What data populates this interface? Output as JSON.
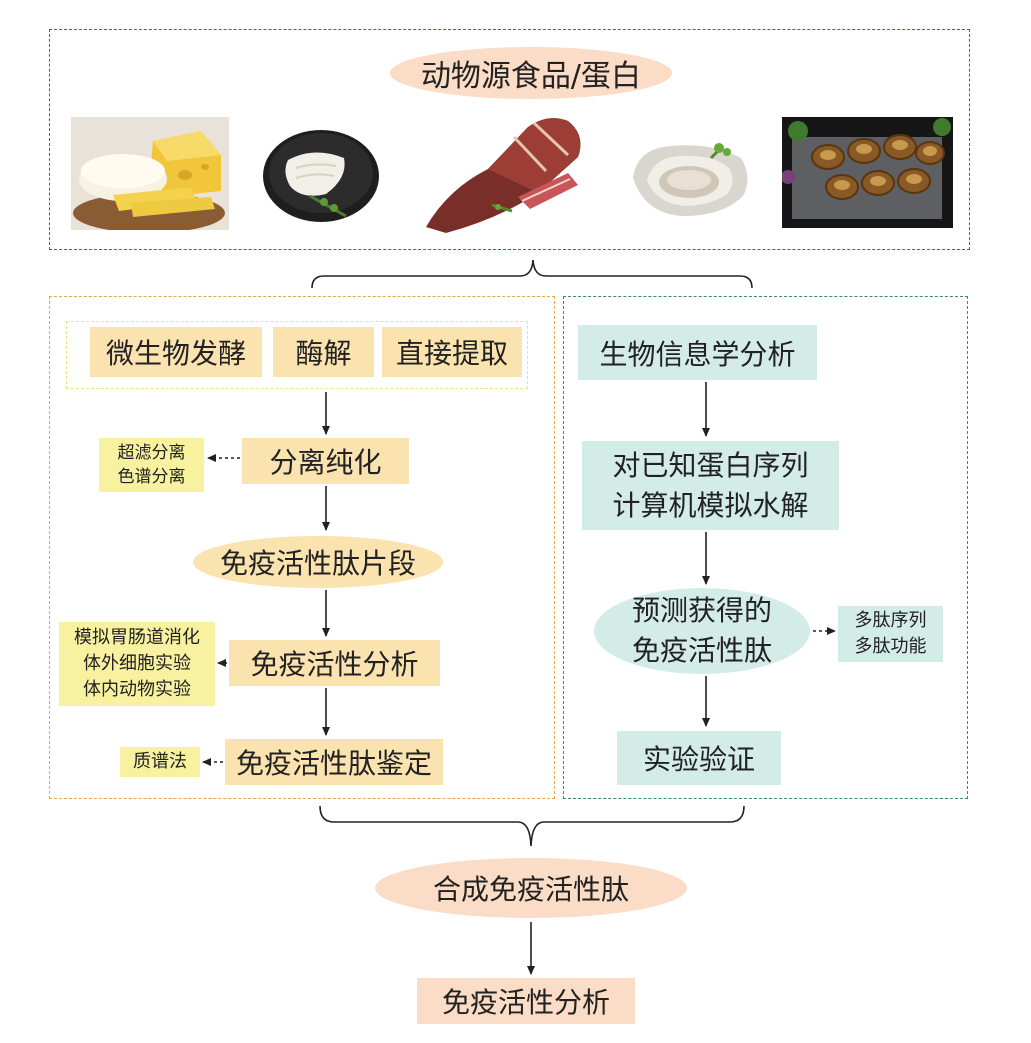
{
  "top": {
    "title": "动物源食品/蛋白",
    "images": [
      "cheese",
      "fish fillet",
      "cured ham",
      "oyster",
      "abalone"
    ]
  },
  "left_branch": {
    "methods": [
      "微生物发酵",
      "酶解",
      "直接提取"
    ],
    "purification": "分离纯化",
    "purification_methods": [
      "超滤分离",
      "色谱分离"
    ],
    "fragment": "免疫活性肽片段",
    "activity_analysis": "免疫活性分析",
    "activity_methods": [
      "模拟胃肠道消化",
      "体外细胞实验",
      "体内动物实验"
    ],
    "identification": "免疫活性肽鉴定",
    "identification_method": "质谱法"
  },
  "right_branch": {
    "bioinfo": "生物信息学分析",
    "simulation": [
      "对已知蛋白序列",
      "计算机模拟水解"
    ],
    "prediction": [
      "预测获得的",
      "免疫活性肽"
    ],
    "prediction_outputs": [
      "多肽序列",
      "多肽功能"
    ],
    "validation": "实验验证"
  },
  "bottom": {
    "synthesis": "合成免疫活性肽",
    "final_analysis": "免疫活性分析"
  },
  "colors": {
    "top_border": "#b23a36",
    "left_border": "#e8a64a",
    "right_border": "#3d8a66",
    "box_yellow": "#fbe3b0",
    "box_lightyellow": "#f7f1a0",
    "box_green": "#d4ece8",
    "pill_peach": "#fbdcc6"
  }
}
